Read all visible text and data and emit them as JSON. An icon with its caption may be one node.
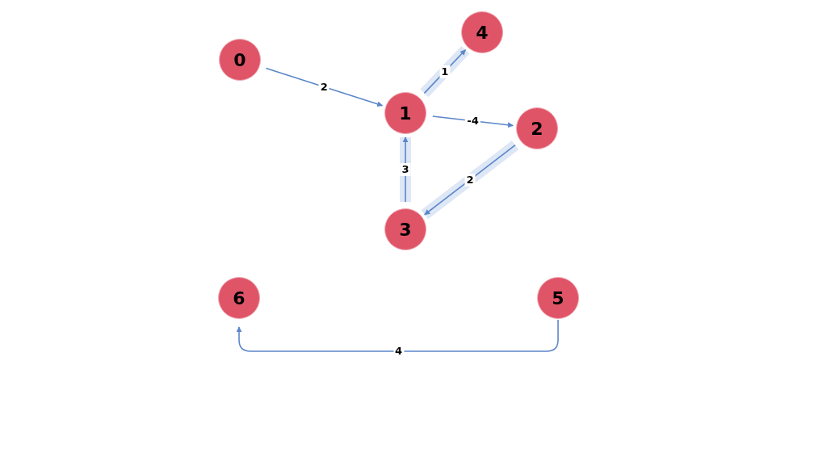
{
  "diagram": {
    "nodes": [
      {
        "text": [
          "0"
        ]
      },
      {
        "text": [
          "1"
        ]
      },
      {
        "text": [
          "4"
        ]
      },
      {
        "text": [
          "2"
        ]
      },
      {
        "text": [
          "3"
        ]
      },
      {
        "text": [
          "6"
        ]
      },
      {
        "text": [
          "5"
        ]
      }
    ],
    "edges": [
      {
        "from": 0,
        "to": 1,
        "arrow": "to",
        "label": "2"
      },
      {
        "from": 1,
        "to": 2,
        "arrow": "to",
        "label": "1"
      },
      {
        "from": 1,
        "to": 3,
        "arrow": "to",
        "label": "-4"
      },
      {
        "from": 3,
        "to": 4,
        "arrow": "to",
        "label": "2"
      },
      {
        "from": 4,
        "to": 1,
        "arrow": "to",
        "label": "3"
      },
      {
        "from": 6,
        "to": 5,
        "arrow": "to",
        "label": "4"
      }
    ]
  }
}
